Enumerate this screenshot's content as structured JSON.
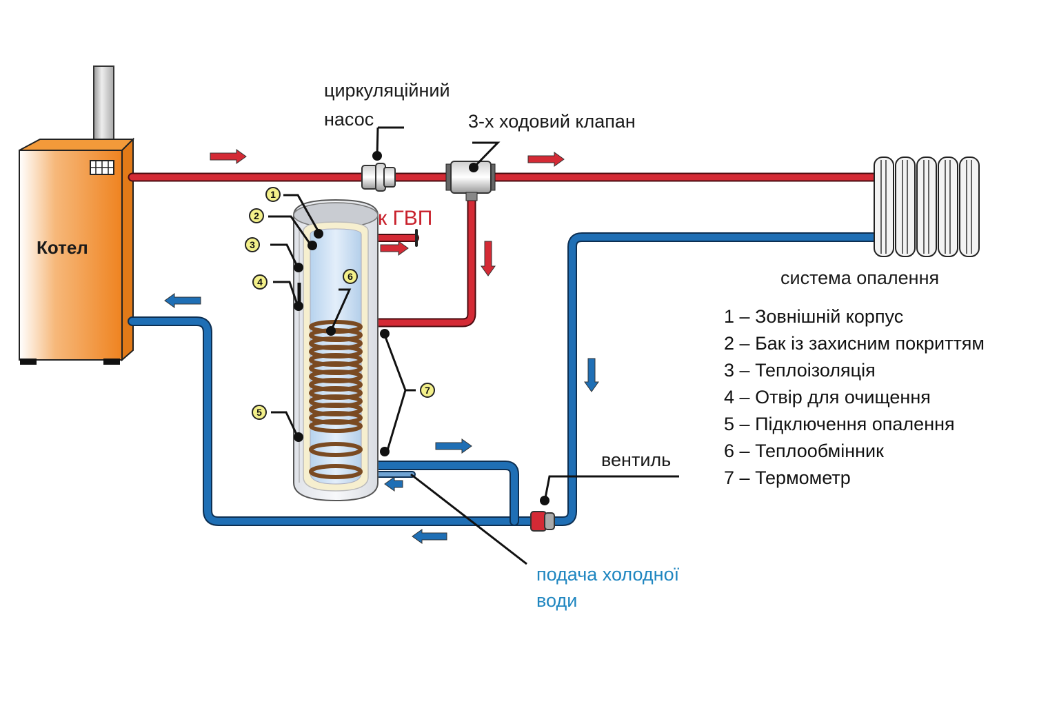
{
  "labels": {
    "boiler": "Котел",
    "pump_line1": "циркуляційний",
    "pump_line2": "насос",
    "valve3way": "3-х ходовий клапан",
    "hot_water": "к ГВП",
    "heating_system": "система опалення",
    "shutoff_valve": "вентиль",
    "cold_water_line1": "подача холодної",
    "cold_water_line2": "води"
  },
  "markers": [
    "1",
    "2",
    "3",
    "4",
    "5",
    "6",
    "7"
  ],
  "legend": [
    {
      "num": "1",
      "text": "Зовнішній корпус"
    },
    {
      "num": "2",
      "text": "Бак із захисним покриттям"
    },
    {
      "num": "3",
      "text": "Теплоізоляція"
    },
    {
      "num": "4",
      "text": "Отвір для очищення"
    },
    {
      "num": "5",
      "text": "Підключення опалення"
    },
    {
      "num": "6",
      "text": "Теплообмінник"
    },
    {
      "num": "7",
      "text": "Термометр"
    }
  ],
  "colors": {
    "hot_pipe": "#d42a35",
    "cold_pipe": "#1f6fb5",
    "boiler": "#f08a24",
    "coil": "#8b5a2b",
    "marker_fill": "#f3f08a",
    "hot_text": "#c8202b",
    "cold_text": "#1f86c0"
  }
}
